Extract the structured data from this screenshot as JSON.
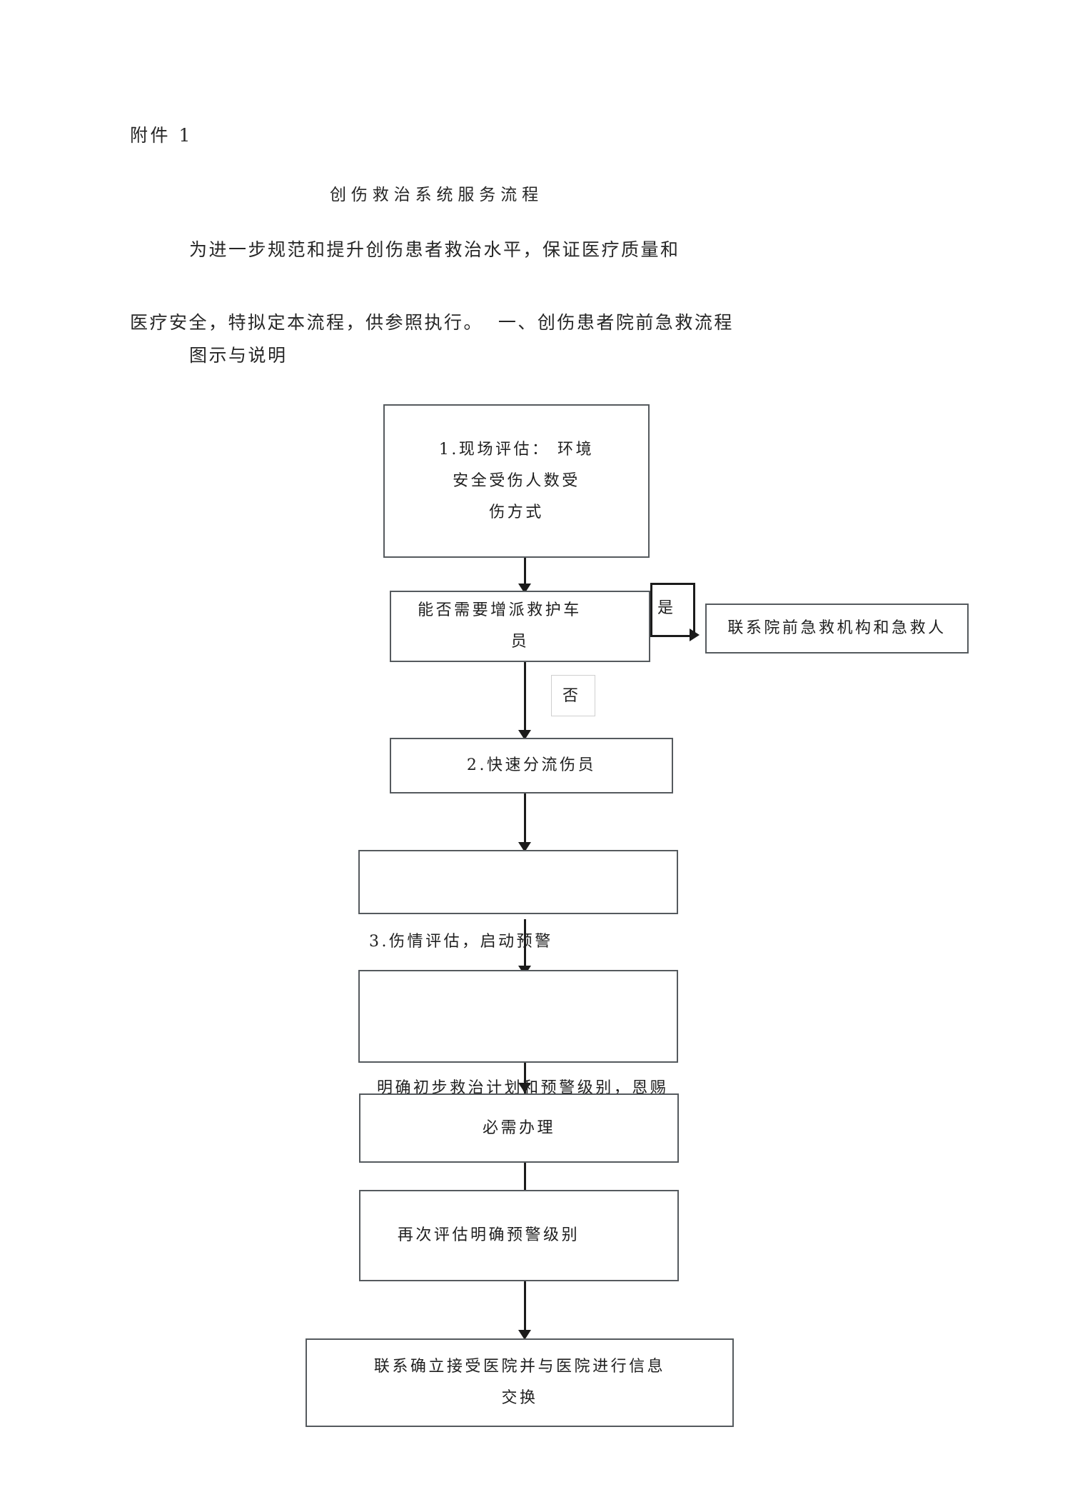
{
  "document": {
    "attachment_label": "附件 1",
    "title": "创伤救治系统服务流程",
    "paragraph_line_1": "为进一步规范和提升创伤患者救治水平，保证医疗质量和",
    "paragraph_line_2": "医疗安全，特拟定本流程，供参照执行。  一、创伤患者院前急救流程",
    "paragraph_line_3": "图示与说明"
  },
  "flowchart": {
    "nodes": [
      {
        "id": "scene-assessment",
        "lines": [
          "1.现场评估： 环境",
          "安全受伤人数受",
          "伤方式"
        ]
      },
      {
        "id": "need-more-ambulance",
        "lines": [
          "能否需要增派救护车",
          "员"
        ]
      },
      {
        "id": "contact-prehospital-agency",
        "lines": [
          "联系院前急救机构和急救人"
        ]
      },
      {
        "id": "rapid-triage",
        "lines": [
          "2.快速分流伤员"
        ]
      },
      {
        "id": "injury-assessment-box",
        "lines": []
      },
      {
        "id": "treatment-plan-box",
        "lines": []
      },
      {
        "id": "must-handle",
        "lines": [
          "必需办理"
        ]
      },
      {
        "id": "reassess-warning-level",
        "lines": [
          "再次评估明确预警级别"
        ]
      },
      {
        "id": "contact-receiving-hospital",
        "lines": [
          "联系确立接受医院并与医院进行信息",
          "交换"
        ]
      }
    ],
    "edge_labels": {
      "yes": "是",
      "no": "否"
    },
    "floating_captions": [
      {
        "id": "injury-assessment-caption",
        "text": "3.伤情评估，启动预警"
      },
      {
        "id": "treatment-plan-caption",
        "text": "明确初步救治计划和预警级别，恩赐"
      }
    ]
  },
  "colors": {
    "page_background": "#ffffff",
    "text": "#262626",
    "box_border": "#555a5e",
    "connector": "#1b1b1b"
  }
}
